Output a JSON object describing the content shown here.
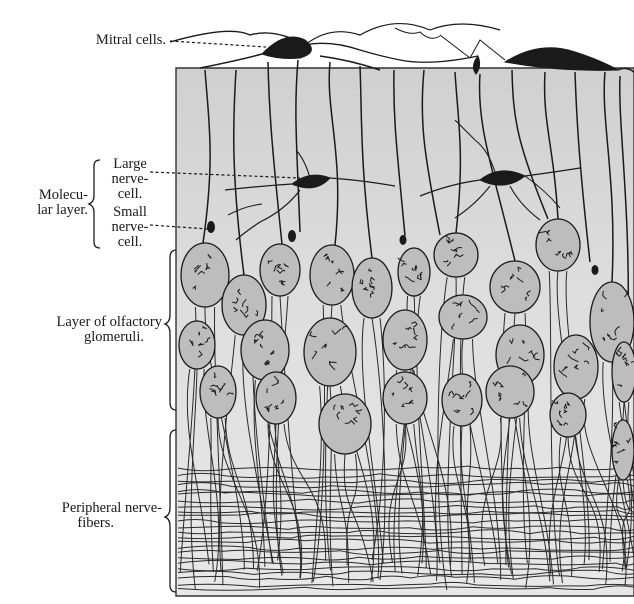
{
  "labels": {
    "mitral": "Mitral cells.",
    "molecular": [
      "Molecu-",
      "lar layer."
    ],
    "large_cell": [
      "Large",
      "nerve-",
      "cell."
    ],
    "small_cell": [
      "Small",
      "nerve-",
      "cell."
    ],
    "glomeruli": [
      "Layer of olfactory",
      "glomeruli."
    ],
    "peripheral": [
      "Peripheral nerve-",
      "fibers."
    ]
  },
  "colors": {
    "ink": "#1a1a1a",
    "tissue": "#d9d9d9",
    "glomerulus_fill": "#bdbdbd",
    "background": "#ffffff"
  }
}
